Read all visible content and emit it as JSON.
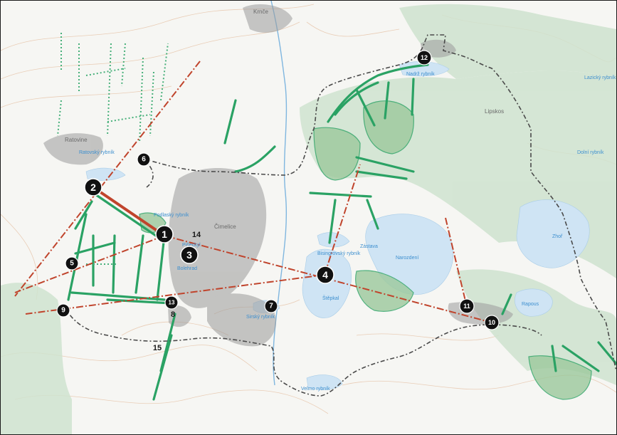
{
  "map": {
    "colors": {
      "background": "#f6f6f3",
      "forest": "#cfe3cf",
      "built_up": "#9a9a9a",
      "water": "#cfe4f4",
      "contour": "#e8c9b0",
      "proposed_path": "#2aa264",
      "dotted_path": "#47b07a",
      "axis_line": "#c0442c",
      "boundary": "#4a4a4a",
      "marker": "#111111"
    },
    "place_labels": {
      "kroce": "Krnče",
      "ratovine": "Ratovine",
      "cimelice": "Čimelice",
      "lipskos": "Lipskos",
      "rakovsky": "Ratovský rybník",
      "podlasky": "Podlaský rybník",
      "pisecny": "Pišeckyl",
      "bolehrad": "Bolehrad"
    },
    "water_labels": {
      "nadrz": "Nadrž rybník",
      "luzicky": "Lazický rybník",
      "dolni": "Dolní rybník",
      "bisingrovsky": "Bisingrovský rybník",
      "zastava": "Zástava",
      "stepkal": "Štěpkal",
      "zhor": "Zhoř",
      "rapous": "Rapous",
      "sirsky": "Sirský rybník",
      "velmo": "Velmo rybník",
      "narozdeni": "Narozdení"
    },
    "markers": [
      {
        "id": "1",
        "label": "1"
      },
      {
        "id": "2",
        "label": "2"
      },
      {
        "id": "3",
        "label": "3"
      },
      {
        "id": "4",
        "label": "4"
      },
      {
        "id": "5",
        "label": "5"
      },
      {
        "id": "6",
        "label": "6"
      },
      {
        "id": "7",
        "label": "7"
      },
      {
        "id": "9",
        "label": "9"
      },
      {
        "id": "10",
        "label": "10"
      },
      {
        "id": "11",
        "label": "11"
      },
      {
        "id": "12",
        "label": "12"
      },
      {
        "id": "13",
        "label": "13"
      }
    ],
    "plain_labels": {
      "n8": "8",
      "n14": "14",
      "n15": "15"
    }
  }
}
